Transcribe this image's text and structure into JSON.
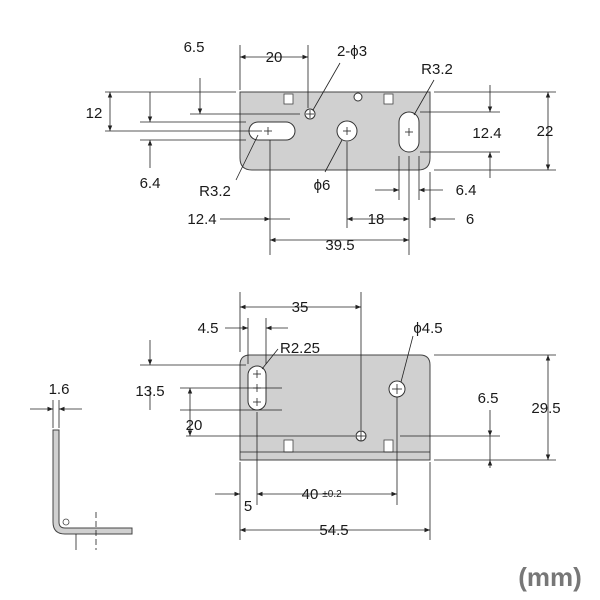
{
  "top_view": {
    "dims": {
      "d_6_5": "6.5",
      "d_20": "20",
      "d_2phi3": "2-ϕ3",
      "d_r3_2_right": "R3.2",
      "d_12": "12",
      "d_22": "22",
      "d_12_4_right": "12.4",
      "d_6_4_left": "6.4",
      "d_r3_2_left": "R3.2",
      "d_phi6": "ϕ6",
      "d_6_4_right": "6.4",
      "d_12_4_bottom": "12.4",
      "d_18": "18",
      "d_6": "6",
      "d_39_5": "39.5"
    }
  },
  "front_view": {
    "dims": {
      "d_35": "35",
      "d_4_5": "4.5",
      "d_r2_25": "R2.25",
      "d_phi4_5": "ϕ4.5",
      "d_13_5": "13.5",
      "d_6_5": "6.5",
      "d_29_5": "29.5",
      "d_20": "20",
      "d_40": "40",
      "d_40_tol": "±0.2",
      "d_5": "5",
      "d_54_5": "54.5"
    }
  },
  "side_view": {
    "dims": {
      "d_1_6": "1.6"
    }
  },
  "units": "(mm)"
}
